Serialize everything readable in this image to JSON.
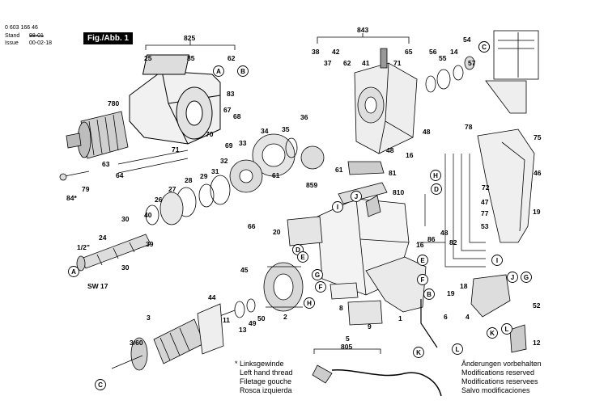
{
  "header": {
    "part_number": "0 603 166 46",
    "stand_label": "Stand",
    "stand_value": "98-01",
    "issue_label": "Issue",
    "issue_value": "00-02-18",
    "figure": "Fig./Abb. 1"
  },
  "part_labels": [
    {
      "id": "825",
      "text": "825"
    },
    {
      "id": "25",
      "text": "25"
    },
    {
      "id": "85",
      "text": "85"
    },
    {
      "id": "62a",
      "text": "62"
    },
    {
      "id": "83",
      "text": "83"
    },
    {
      "id": "780",
      "text": "780"
    },
    {
      "id": "67",
      "text": "67"
    },
    {
      "id": "68",
      "text": "68"
    },
    {
      "id": "70",
      "text": "70"
    },
    {
      "id": "69",
      "text": "69"
    },
    {
      "id": "71",
      "text": "71"
    },
    {
      "id": "63",
      "text": "63"
    },
    {
      "id": "64",
      "text": "64"
    },
    {
      "id": "84",
      "text": "84*"
    },
    {
      "id": "79",
      "text": "79"
    },
    {
      "id": "843",
      "text": "843"
    },
    {
      "id": "38",
      "text": "38"
    },
    {
      "id": "37",
      "text": "37"
    },
    {
      "id": "42",
      "text": "42"
    },
    {
      "id": "62b",
      "text": "62"
    },
    {
      "id": "41",
      "text": "41"
    },
    {
      "id": "71b",
      "text": "71"
    },
    {
      "id": "65",
      "text": "65"
    },
    {
      "id": "36",
      "text": "36"
    },
    {
      "id": "34",
      "text": "34"
    },
    {
      "id": "35",
      "text": "35"
    },
    {
      "id": "33",
      "text": "33"
    },
    {
      "id": "32",
      "text": "32"
    },
    {
      "id": "31",
      "text": "31"
    },
    {
      "id": "29",
      "text": "29"
    },
    {
      "id": "28",
      "text": "28"
    },
    {
      "id": "27",
      "text": "27"
    },
    {
      "id": "26",
      "text": "26"
    },
    {
      "id": "40",
      "text": "40"
    },
    {
      "id": "39",
      "text": "39"
    },
    {
      "id": "30a",
      "text": "30"
    },
    {
      "id": "30b",
      "text": "30"
    },
    {
      "id": "24",
      "text": "24"
    },
    {
      "id": "half",
      "text": "1/2\""
    },
    {
      "id": "sw17",
      "text": "SW 17"
    },
    {
      "id": "66",
      "text": "66"
    },
    {
      "id": "61a",
      "text": "61"
    },
    {
      "id": "61b",
      "text": "61"
    },
    {
      "id": "859",
      "text": "859"
    },
    {
      "id": "48a",
      "text": "48"
    },
    {
      "id": "48b",
      "text": "48"
    },
    {
      "id": "81",
      "text": "81"
    },
    {
      "id": "56",
      "text": "56"
    },
    {
      "id": "55",
      "text": "55"
    },
    {
      "id": "14",
      "text": "14"
    },
    {
      "id": "54",
      "text": "54"
    },
    {
      "id": "57",
      "text": "57"
    },
    {
      "id": "16a",
      "text": "16"
    },
    {
      "id": "16b",
      "text": "16"
    },
    {
      "id": "78",
      "text": "78"
    },
    {
      "id": "75",
      "text": "75"
    },
    {
      "id": "46",
      "text": "46"
    },
    {
      "id": "72",
      "text": "72"
    },
    {
      "id": "810",
      "text": "810"
    },
    {
      "id": "47",
      "text": "47"
    },
    {
      "id": "77",
      "text": "77"
    },
    {
      "id": "53",
      "text": "53"
    },
    {
      "id": "19a",
      "text": "19"
    },
    {
      "id": "86",
      "text": "86"
    },
    {
      "id": "82",
      "text": "82"
    },
    {
      "id": "48c",
      "text": "48"
    },
    {
      "id": "20",
      "text": "20"
    },
    {
      "id": "45",
      "text": "45"
    },
    {
      "id": "2",
      "text": "2"
    },
    {
      "id": "8",
      "text": "8"
    },
    {
      "id": "9",
      "text": "9"
    },
    {
      "id": "1",
      "text": "1"
    },
    {
      "id": "18",
      "text": "18"
    },
    {
      "id": "19b",
      "text": "19"
    },
    {
      "id": "44",
      "text": "44"
    },
    {
      "id": "11",
      "text": "11"
    },
    {
      "id": "50",
      "text": "50"
    },
    {
      "id": "49",
      "text": "49"
    },
    {
      "id": "13",
      "text": "13"
    },
    {
      "id": "3",
      "text": "3"
    },
    {
      "id": "360",
      "text": "3/60"
    },
    {
      "id": "5",
      "text": "5"
    },
    {
      "id": "805",
      "text": "805"
    },
    {
      "id": "6",
      "text": "6"
    },
    {
      "id": "4",
      "text": "4"
    },
    {
      "id": "52",
      "text": "52"
    },
    {
      "id": "12",
      "text": "12"
    }
  ],
  "circle_labels": [
    {
      "id": "A1",
      "text": "A"
    },
    {
      "id": "B1",
      "text": "B"
    },
    {
      "id": "C1",
      "text": "C"
    },
    {
      "id": "D1",
      "text": "D"
    },
    {
      "id": "E1",
      "text": "E"
    },
    {
      "id": "F1",
      "text": "F"
    },
    {
      "id": "G1",
      "text": "G"
    },
    {
      "id": "H1",
      "text": "H"
    },
    {
      "id": "I1",
      "text": "I"
    },
    {
      "id": "J1",
      "text": "J"
    },
    {
      "id": "K1",
      "text": "K"
    },
    {
      "id": "L1",
      "text": "L"
    },
    {
      "id": "A2",
      "text": "A"
    },
    {
      "id": "B2",
      "text": "B"
    },
    {
      "id": "C2",
      "text": "C"
    },
    {
      "id": "D2",
      "text": "D"
    },
    {
      "id": "E2",
      "text": "E"
    },
    {
      "id": "F2",
      "text": "F"
    },
    {
      "id": "G2",
      "text": "G"
    },
    {
      "id": "H2",
      "text": "H"
    },
    {
      "id": "I2",
      "text": "I"
    },
    {
      "id": "J2",
      "text": "J"
    },
    {
      "id": "K2",
      "text": "K"
    },
    {
      "id": "L2",
      "text": "L"
    },
    {
      "id": "C3",
      "text": "C"
    }
  ],
  "notes": {
    "thread_lines": [
      "* Linksgewinde",
      "Left hand thread",
      "Filetage gouche",
      "Rosca izquierda"
    ],
    "modification_lines": [
      "Änderungen vorbehalten",
      "Modifications reserved",
      "Modifications reservees",
      "Salvo modificaciones"
    ]
  }
}
